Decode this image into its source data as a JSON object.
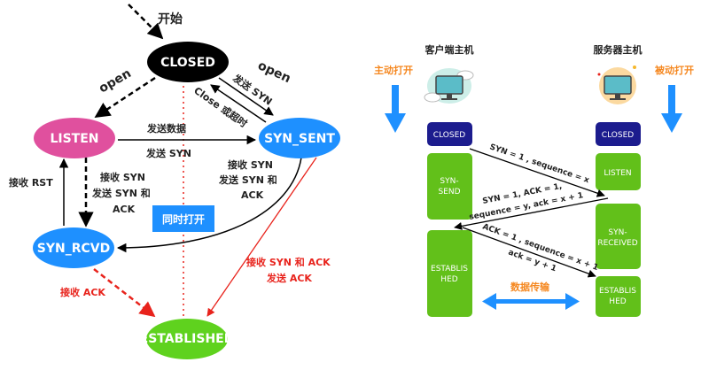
{
  "left": {
    "start": "开始",
    "states": {
      "closed": "CLOSED",
      "listen": "LISTEN",
      "syn_sent": "SYN_SENT",
      "syn_rcvd": "SYN_RCVD",
      "established": "ESTABLISHED"
    },
    "labels": {
      "open_passive": "open",
      "open_active": "open",
      "send_syn": "发送 SYN",
      "close_timeout": "Close 或超时",
      "send_data": "发送数据",
      "send_syn_2": "发送 SYN",
      "recv_rst": "接收 RST",
      "listen_to_rcvd": [
        "接收 SYN",
        "发送 SYN 和",
        "ACK"
      ],
      "sent_to_rcvd": [
        "接收 SYN",
        "发送 SYN 和",
        "ACK"
      ],
      "simultaneous_open": "同时打开",
      "recv_syn_ack": [
        "接收 SYN 和 ACK",
        "发送 ACK"
      ],
      "recv_ack": "接收 ACK"
    },
    "colors": {
      "closed": "#000000",
      "listen": "#e0509e",
      "syn": "#1e90ff",
      "established": "#5fd21e",
      "red": "#e8231c"
    }
  },
  "right": {
    "client_title": "客户端主机",
    "server_title": "服务器主机",
    "active_open": "主动打开",
    "passive_open": "被动打开",
    "client_states": [
      [
        "CLOSED"
      ],
      [
        "SYN-",
        "SEND"
      ],
      [
        "ESTABLIS",
        "HED"
      ]
    ],
    "server_states": [
      [
        "CLOSED"
      ],
      [
        "LISTEN"
      ],
      [
        "SYN-",
        "RECEIVED"
      ],
      [
        "ESTABLIS",
        "HED"
      ]
    ],
    "msg1": "SYN = 1 , sequence = x",
    "msg2": [
      "SYN = 1, ACK = 1,",
      "sequence = y, ack = x + 1"
    ],
    "msg3": [
      "ACK = 1 , sequence = x + 1",
      "ack = y + 1"
    ],
    "data_transfer": "数据传输",
    "colors": {
      "closed_box": "#1c1c8e",
      "state_box": "#62c01a",
      "arrow": "#1e90ff",
      "accent": "#f5871f"
    }
  }
}
